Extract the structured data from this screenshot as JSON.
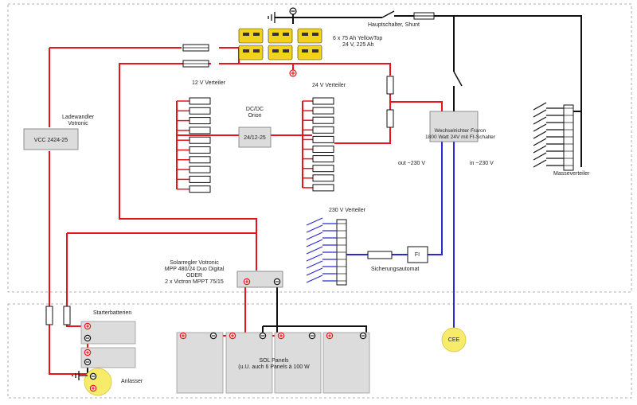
{
  "labels": {
    "battery_bank": [
      "6 x 75 Ah YellowTop",
      "24 V, 225 Ah"
    ],
    "main_switch": "Hauptschalter, Shunt",
    "distributor_12v": "12 V Verteiler",
    "dcdc": [
      "DC/DC",
      "Orion"
    ],
    "dcdc_box": "24/12-25",
    "distributor_24v": "24 V Verteiler",
    "inverter": [
      "Wechselrichter Fraron",
      "1800 Watt 24V mit FI-Schalter"
    ],
    "out_230": "out ~230 V",
    "in_230": "in ~230 V",
    "ground_distributor": "Masseverteiler",
    "charger": [
      "Ladewandler",
      "Votronic"
    ],
    "charger_box": "VCC 2424-25",
    "distributor_230v": "230 V Verteiler",
    "fi": "FI",
    "circuit_breaker": "Sicherungsautomat",
    "solar_controller": [
      "Solarregler Votronic",
      "MPP 480/24  Duo Digital",
      "ODER",
      "2 x Victron MPPT 75/15"
    ],
    "starter_batteries": "Starterbatterien",
    "starter": "Anlasser",
    "cee": "CEE",
    "solar_panels": [
      "SOL Panels",
      "(u.U. auch 6 Panels à 100 W"
    ]
  },
  "colors": {
    "positive_wire": "#e8141a",
    "negative_wire": "#111111",
    "ac_wire": "#2a2ad4",
    "box_fill": "#dcdcdc",
    "battery_yellow": "#f2d21b",
    "marker_yellow": "#f7ec6a"
  },
  "icons": [
    "fuse-icon",
    "switch-icon",
    "ground-icon",
    "plus-terminal-icon",
    "minus-terminal-icon",
    "battery-icon"
  ]
}
